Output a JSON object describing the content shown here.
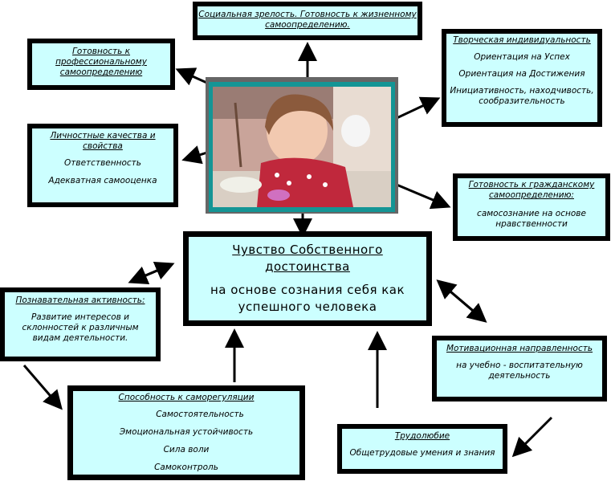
{
  "center": {
    "title": "Чувство Собственного достоинства",
    "line1": "на основе сознания себя как успешного человека"
  },
  "social": {
    "title": "Социальная зрелость. Готовность к жизненному самоопределению."
  },
  "professional": {
    "title": "Готовность к профессиональному самоопределению"
  },
  "creative": {
    "title": "Творческая индивидуальность",
    "items": [
      "Ориентация на Успех",
      "Ориентация на Достижения",
      "Инициативность, находчивость, сообразительность"
    ]
  },
  "personal": {
    "title": "Личностные качества и свойства",
    "items": [
      "Ответственность",
      "Адекватная самооценка"
    ]
  },
  "civic": {
    "title": "Готовность к гражданскому самоопределению:",
    "items": [
      "самосознание на основе нравственности"
    ]
  },
  "cognitive": {
    "title": "Познавательная активность:",
    "items": [
      "Развитие интересов и склонностей к различным видам деятельности."
    ]
  },
  "motivation": {
    "title": "Мотивационная направленность",
    "items": [
      "на учебно - воспитательную деятельность"
    ]
  },
  "selfreg": {
    "title": "Способность к саморегуляции",
    "items": [
      "Самостоятельность",
      "Эмоциональная устойчивость",
      "Сила воли",
      "Самоконтроль"
    ]
  },
  "diligence": {
    "title": "Трудолюбие",
    "items": [
      "Общетрудовые умения и знания"
    ]
  },
  "colors": {
    "box_fill": "#ccffff",
    "border": "#000000",
    "photo_frame": "#149595"
  }
}
